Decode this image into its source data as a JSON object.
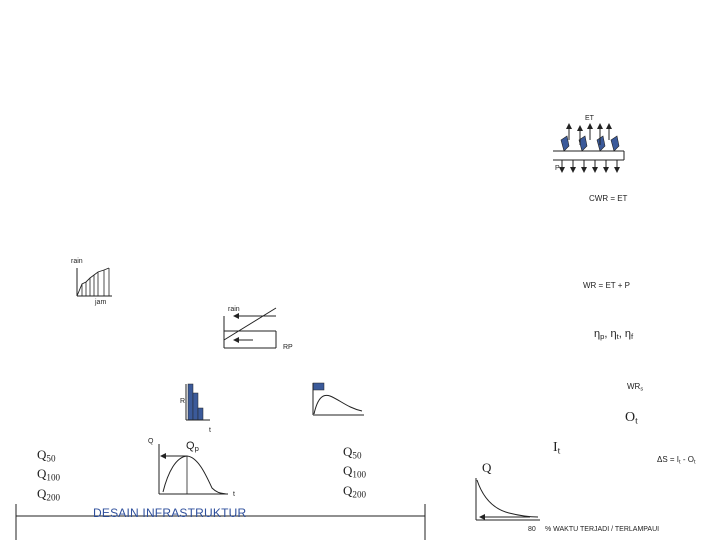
{
  "colors": {
    "line": "#222222",
    "bar": "#3b5a9a",
    "title": "#2e4f9c"
  },
  "labels": {
    "et": "ET",
    "p": "P",
    "cwr": "CWR = ET",
    "rain1": "rain",
    "jam": "jam",
    "wr": "WR = ET + P",
    "rain2": "rain",
    "rp": "RP",
    "eta": "ηp, ηt, ηf",
    "eta_main": "η",
    "eta_sub_p": "p",
    "eta_sub_t": "t",
    "eta_sub_f": "f",
    "wr_s": "WRs",
    "wr_s_main": "WR",
    "wr_s_sub": "s",
    "r": "R",
    "t1": "t",
    "q_small": "Q",
    "qp_main": "Q",
    "qp_sub": "p",
    "t2": "t",
    "ot_main": "O",
    "ot_sub": "t",
    "it_main": "I",
    "it_sub": "t",
    "q_mid": "Q",
    "delta_s": "ΔS = I",
    "delta_s_mid": " - O",
    "delta_s_sub1": "t",
    "delta_s_sub2": "t",
    "desain": "DESAIN INFRASTRUKTUR",
    "eighty": "80",
    "pct": "% WAKTU TERJADI / TERLAMPAUI"
  },
  "q_left": [
    {
      "main": "Q",
      "sub": "50"
    },
    {
      "main": "Q",
      "sub": "100"
    },
    {
      "main": "Q",
      "sub": "200"
    }
  ],
  "q_right": [
    {
      "main": "Q",
      "sub": "50"
    },
    {
      "main": "Q",
      "sub": "100"
    },
    {
      "main": "Q",
      "sub": "200"
    }
  ]
}
